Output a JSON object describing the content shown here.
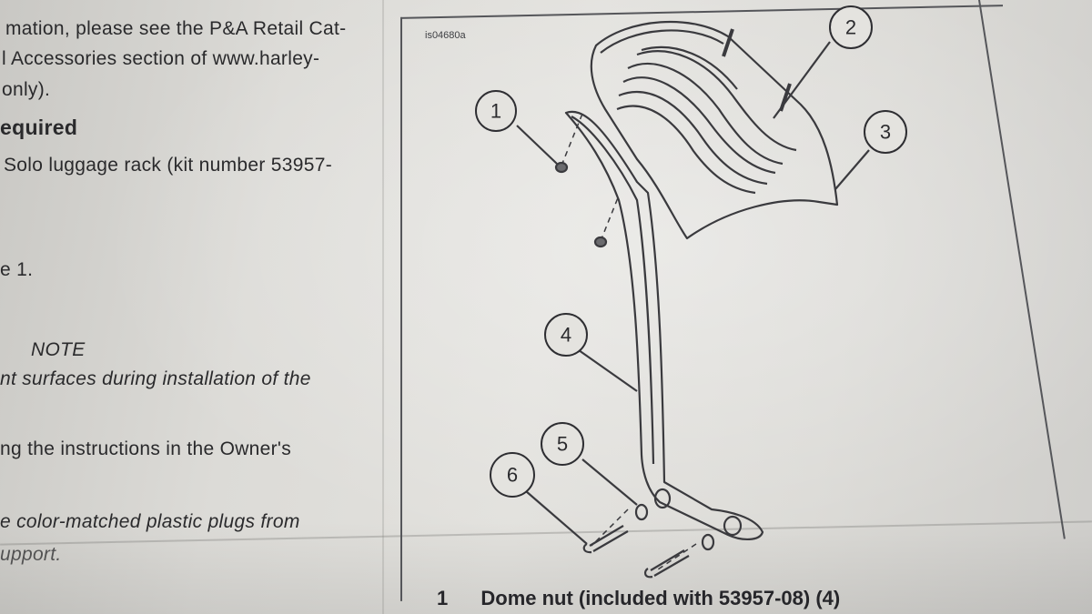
{
  "left_text": {
    "l1": "mation, please see the P&A Retail Cat-",
    "l2": "l Accessories section of www.harley-",
    "l3": "only).",
    "heading": "equired",
    "l4": "Solo luggage rack (kit number 53957-",
    "l5": "e 1.",
    "note": "NOTE",
    "l6": "nt surfaces during installation of the",
    "l7": "ng the instructions in the Owner's",
    "l8": "e color-matched plastic plugs from",
    "l9": "upport."
  },
  "figure": {
    "id": "is04680a",
    "callouts": [
      "1",
      "2",
      "3",
      "4",
      "5",
      "6"
    ]
  },
  "legend": [
    {
      "num": "1",
      "text": "Dome nut (included with 53957-08) (4)"
    }
  ]
}
